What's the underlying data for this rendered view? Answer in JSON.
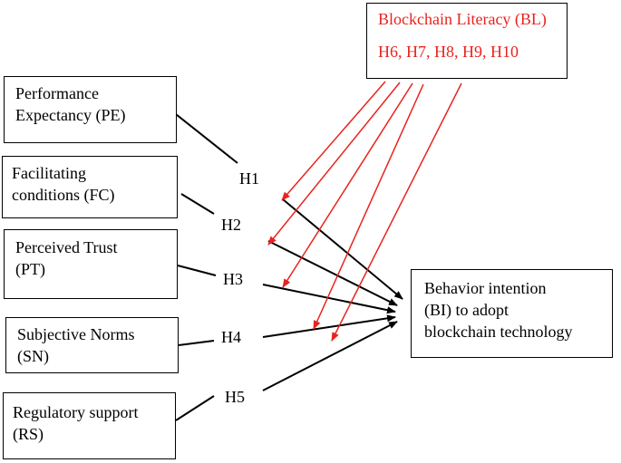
{
  "moderator": {
    "title": "Blockchain Literacy (BL)",
    "hypotheses": "H6, H7, H8, H9, H10"
  },
  "constructs": [
    {
      "line1": "Performance",
      "line2": "Expectancy (PE)",
      "hypothesis": "H1"
    },
    {
      "line1": "Facilitating",
      "line2": "conditions (FC)",
      "hypothesis": "H2"
    },
    {
      "line1": "Perceived Trust",
      "line2": "(PT)",
      "hypothesis": "H3"
    },
    {
      "line1": "Subjective Norms",
      "line2": "(SN)",
      "hypothesis": "H4"
    },
    {
      "line1": "Regulatory support",
      "line2": "(RS)",
      "hypothesis": "H5"
    }
  ],
  "outcome": {
    "line1": "Behavior intention",
    "line2": "(BI) to adopt",
    "line3": "blockchain technology"
  },
  "colors": {
    "direct_arrow": "#000000",
    "moderator_arrow": "#e8231e",
    "moderator_text": "#e8231e"
  }
}
